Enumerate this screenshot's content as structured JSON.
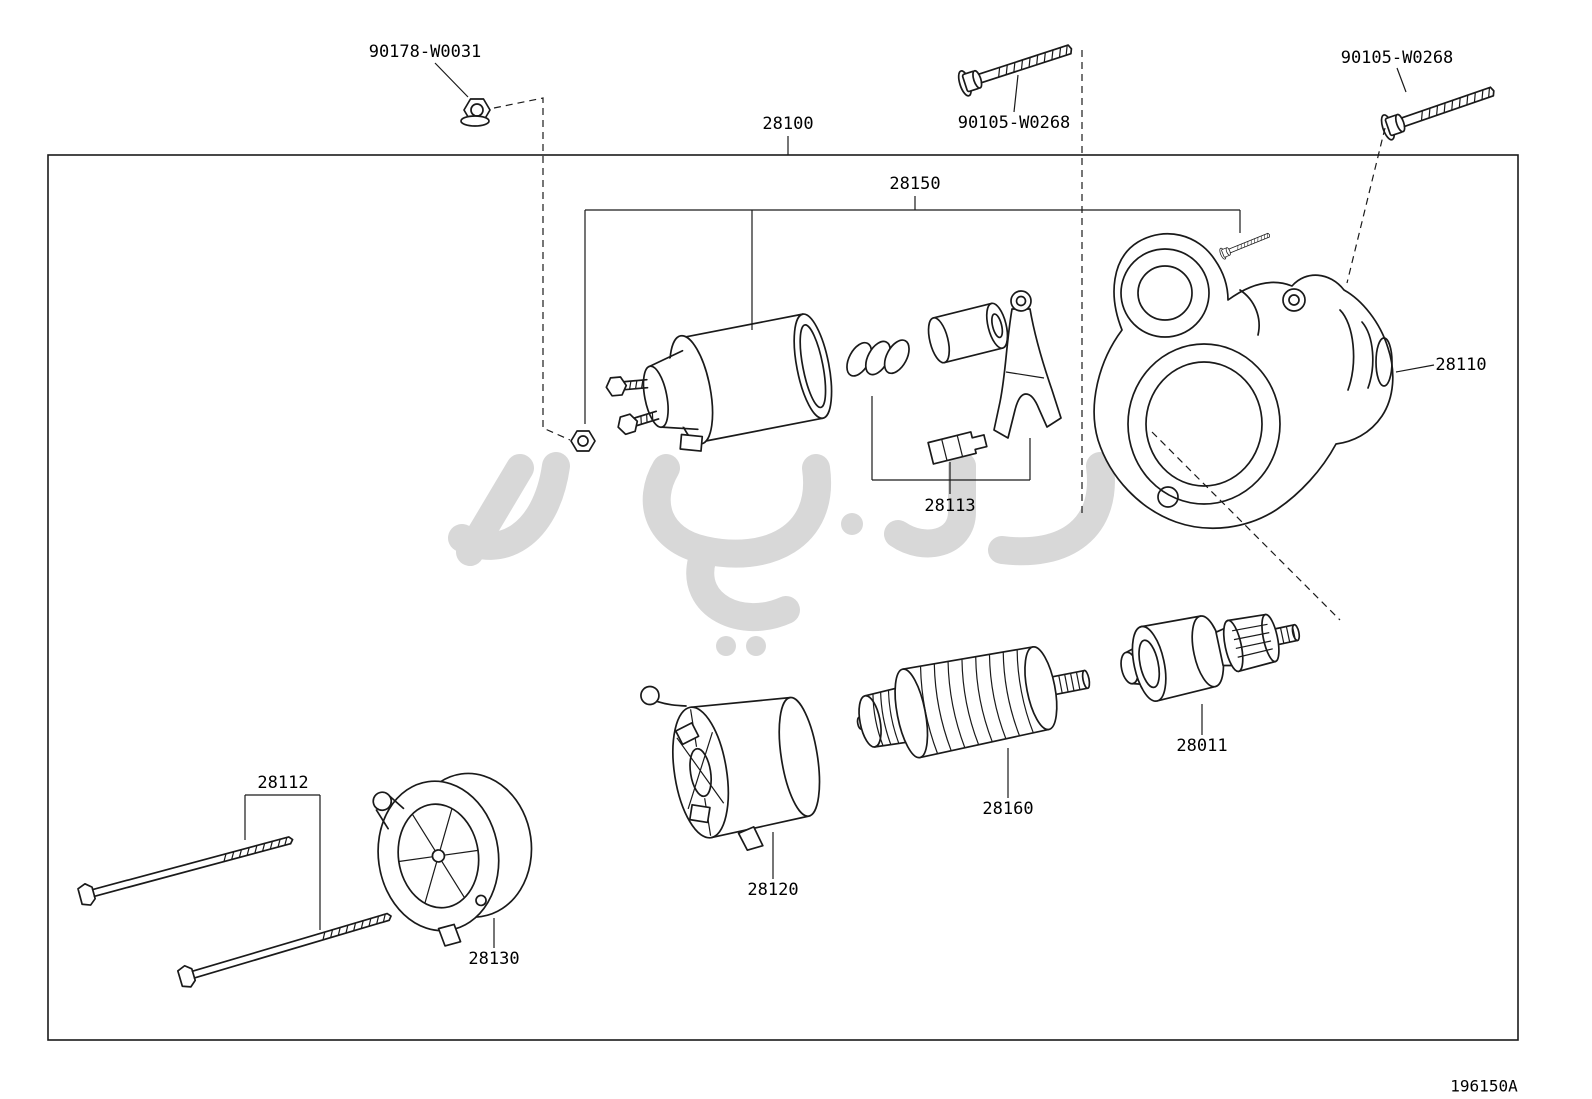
{
  "colors": {
    "line": "#1a1a1a",
    "wm": "#d8d8d8"
  },
  "diagram": {
    "drawing_number": "196150A",
    "watermark": "script-logo-watermark",
    "part_labels": [
      {
        "text": "90178-W0031"
      },
      {
        "text": "90105-W0268"
      },
      {
        "text": "90105-W0268"
      },
      {
        "text": "28100"
      },
      {
        "text": "28150"
      },
      {
        "text": "28110"
      },
      {
        "text": "28113"
      },
      {
        "text": "28011"
      },
      {
        "text": "28160"
      },
      {
        "text": "28120"
      },
      {
        "text": "28130"
      },
      {
        "text": "28112"
      }
    ]
  }
}
